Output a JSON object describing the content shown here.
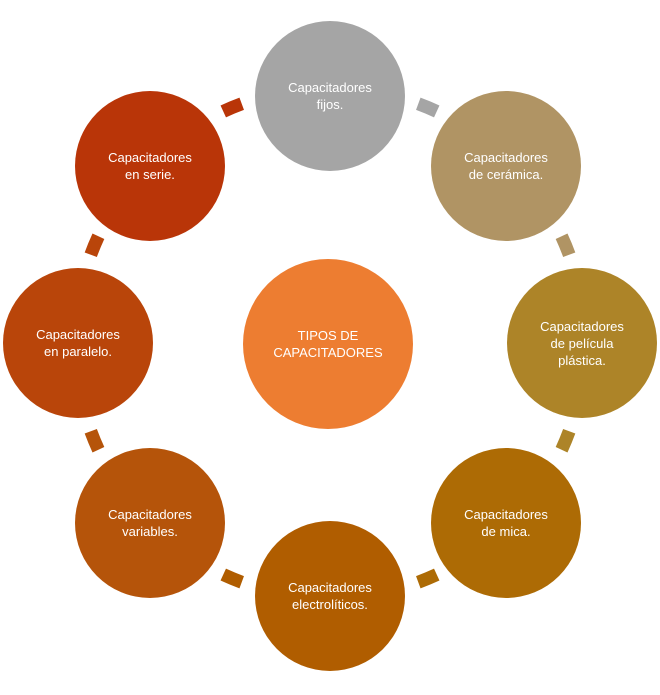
{
  "center": {
    "line1": "TIPOS DE",
    "line2": "CAPACITADORES",
    "color": "#ED7D31"
  },
  "nodes": [
    {
      "line1": "Capacitadores",
      "line2": "fijos.",
      "line3": "",
      "color": "#A5A5A5"
    },
    {
      "line1": "Capacitadores",
      "line2": "de cerámica.",
      "line3": "",
      "color": "#B09464"
    },
    {
      "line1": "Capacitadores",
      "line2": "de película",
      "line3": "plástica.",
      "color": "#AD8428"
    },
    {
      "line1": "Capacitadores",
      "line2": "de mica.",
      "line3": "",
      "color": "#AD6B05"
    },
    {
      "line1": "Capacitadores",
      "line2": "electrolíticos.",
      "line3": "",
      "color": "#B05D00"
    },
    {
      "line1": "Capacitadores",
      "line2": "variables.",
      "line3": "",
      "color": "#B5540A"
    },
    {
      "line1": "Capacitadores",
      "line2": "en paralelo.",
      "line3": "",
      "color": "#B9450A"
    },
    {
      "line1": "Capacitadores",
      "line2": "en serie.",
      "line3": "",
      "color": "#B93508"
    }
  ]
}
